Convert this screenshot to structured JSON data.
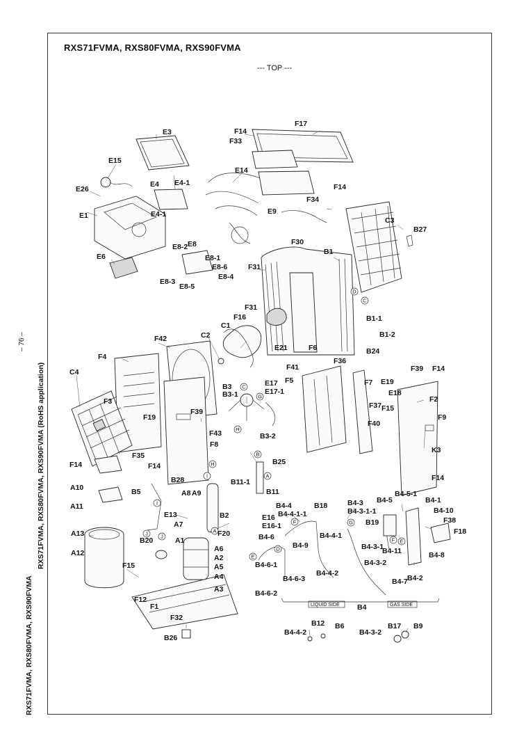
{
  "page": {
    "title": "RXS71FVMA, RXS80FVMA, RXS90FVMA",
    "view_label": "--- TOP ---",
    "page_number": "– 76 –",
    "side_title_models": "RXS71FVMA, RXS80FVMA, RXS90FVMA",
    "side_title_full": "RXS71FVMA, RXS80FVMA, RXS90FVMA (RoHS application)"
  },
  "sections": {
    "liquid_side": "LIQUID SIDE",
    "gas_side": "GAS SIDE",
    "group_label": "B4"
  },
  "part_labels": [
    "E3",
    "E15",
    "E26",
    "E4",
    "E4-1",
    "E4-1",
    "E1",
    "E6",
    "E8-2",
    "E8",
    "E8-1",
    "E8-6",
    "E8-4",
    "E8-3",
    "E8-5",
    "F14",
    "F17",
    "F33",
    "E14",
    "F14",
    "F34",
    "E9",
    "C3",
    "B27",
    "F30",
    "B1",
    "F31",
    "F31",
    "F16",
    "C1",
    "C2",
    "B1-1",
    "B1-2",
    "E21",
    "F6",
    "B24",
    "F42",
    "F4",
    "C4",
    "F3",
    "F39",
    "F19",
    "F43",
    "F8",
    "F35",
    "F14",
    "F41",
    "F36",
    "F5",
    "B3",
    "B3-1",
    "E17",
    "E17-1",
    "B3-2",
    "F7",
    "E19",
    "E18",
    "F37",
    "F15",
    "F39",
    "F14",
    "F2",
    "F9",
    "F40",
    "K3",
    "F14",
    "B25",
    "B11-1",
    "B11",
    "A10",
    "A11",
    "F14",
    "B28",
    "B5",
    "A8",
    "A9",
    "B2",
    "E13",
    "A7",
    "F20",
    "A6",
    "A2",
    "A5",
    "A4",
    "A3",
    "A13",
    "A12",
    "B20",
    "A1",
    "F15",
    "F12",
    "F1",
    "F32",
    "B26",
    "B4-4",
    "B4-4-1-1",
    "B18",
    "E16",
    "E16-1",
    "B4-6",
    "B4-9",
    "B4-4-1",
    "B4-6-1",
    "B4-6-3",
    "B4-4-2",
    "B4-6-2",
    "B4-3",
    "B4-3-1-1",
    "B19",
    "B4-3-1",
    "B4-5",
    "B4-5-1",
    "B4-1",
    "B4-10",
    "F38",
    "F18",
    "B4-11",
    "B4-3-2",
    "B4-8",
    "B4-7",
    "B4-2",
    "B4-4-2",
    "B12",
    "B6",
    "B4-3-2",
    "B17",
    "B9"
  ],
  "callouts": [
    "A",
    "B",
    "C",
    "D",
    "E",
    "F",
    "G",
    "H",
    "I",
    "J"
  ]
}
